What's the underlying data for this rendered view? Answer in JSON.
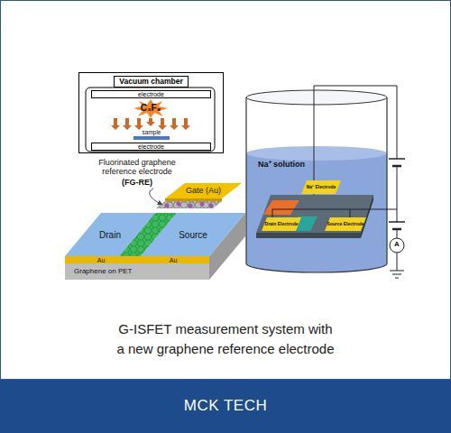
{
  "diagram": {
    "caption": "G-ISFET measurement system with a new graphene reference electrode",
    "nodes": [
      {
        "text": [
          "Vacuum chamber"
        ]
      },
      {
        "text": [
          "electrode"
        ],
        "in": 0
      },
      {
        "text": [
          "electrode"
        ],
        "in": 0
      },
      {
        "text": [
          "Gate (Au)"
        ]
      },
      {
        "text": [
          "Drain"
        ]
      },
      {
        "text": [
          "Source"
        ]
      },
      {
        "text": [
          "Na⁺ solution"
        ]
      },
      {
        "text": [
          "Na⁺ Electrode"
        ],
        "in": 6
      },
      {
        "text": [
          "Drain Electrode"
        ],
        "in": 6
      },
      {
        "text": [
          "Source Electrode"
        ],
        "in": 6
      },
      {
        "text": [
          "MCK TECH"
        ]
      }
    ],
    "labels": [
      "C₃F₈",
      "sample",
      "Fluorinated graphene reference electrode",
      "(FG-RE)",
      "Au",
      "Au",
      "Graphene on PET",
      "A"
    ]
  }
}
